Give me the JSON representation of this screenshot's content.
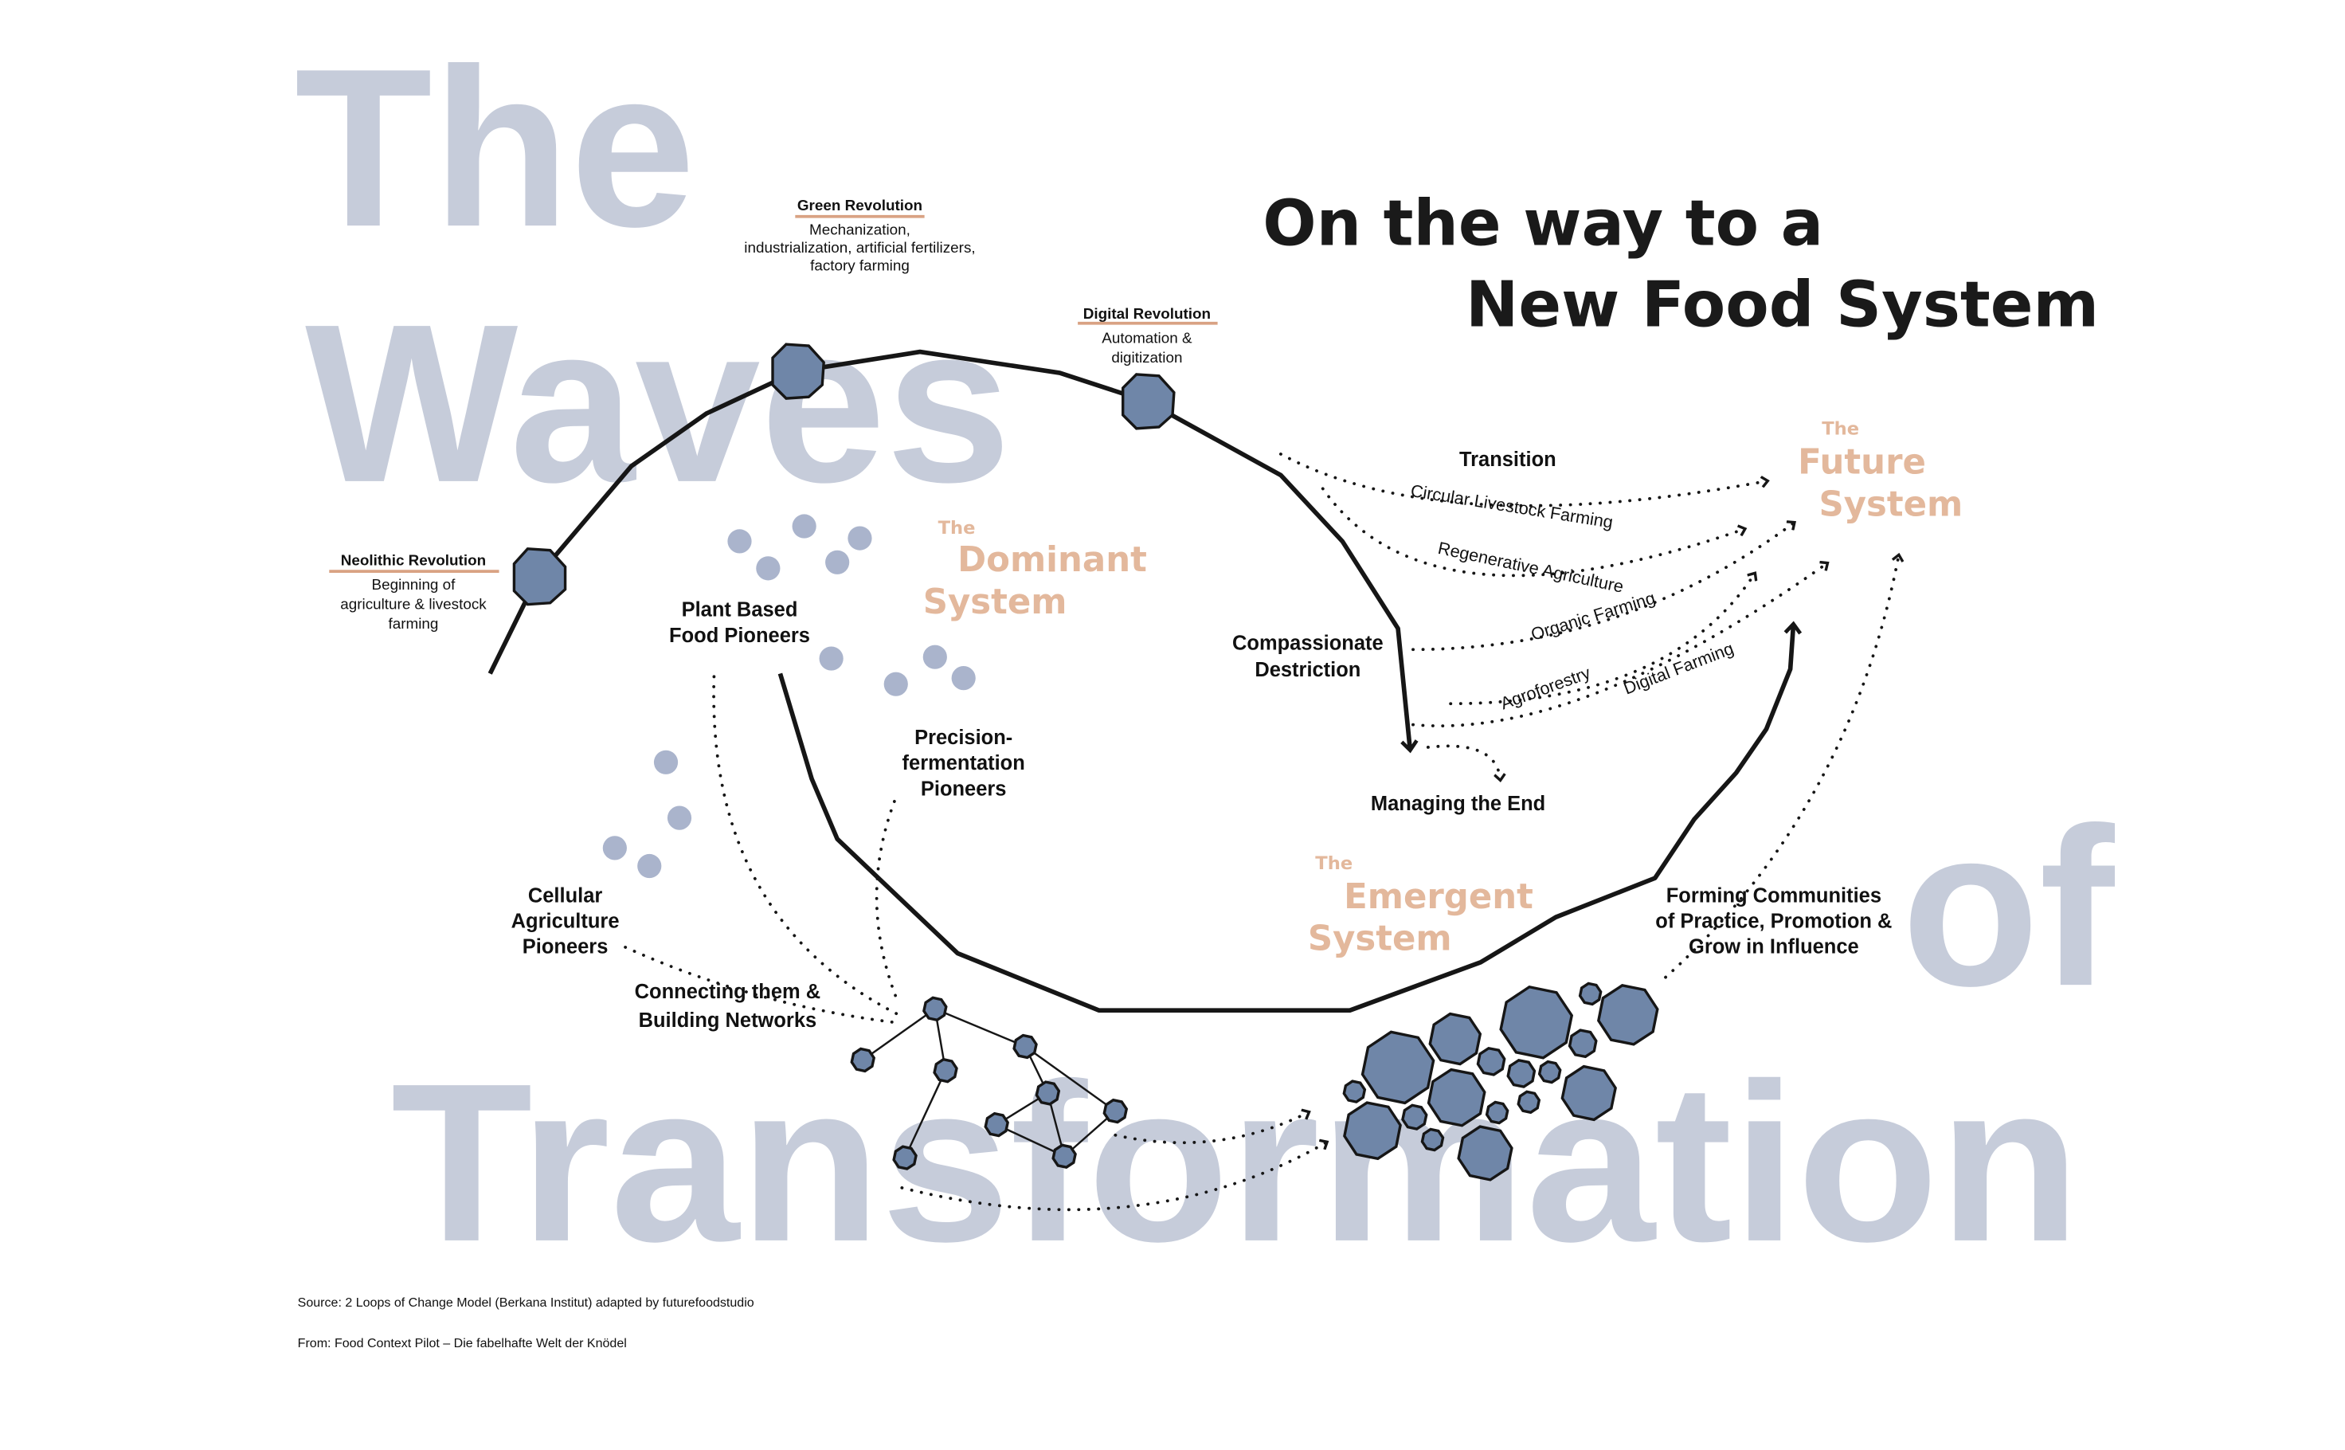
{
  "background_title": {
    "line1": "The",
    "line2": "Waves",
    "line3": "of",
    "line4": "Transformation"
  },
  "title": {
    "line1": "On the way to a",
    "line2": "New Food System"
  },
  "milestones": [
    {
      "name": "Neolithic Revolution",
      "desc": [
        "Beginning of",
        "agriculture & livestock",
        "farming"
      ]
    },
    {
      "name": "Green Revolution",
      "desc": [
        "Mechanization,",
        "industrialization, artificial fertilizers,",
        "factory farming"
      ]
    },
    {
      "name": "Digital Revolution",
      "desc": [
        "Automation &",
        "digitization"
      ]
    }
  ],
  "systems": {
    "dominant": {
      "the": "The",
      "l1": "Dominant",
      "l2": "System"
    },
    "emergent": {
      "the": "The",
      "l1": "Emergent",
      "l2": "System"
    },
    "future": {
      "the": "The",
      "l1": "Future",
      "l2": "System"
    }
  },
  "labels": {
    "plant_based": [
      "Plant Based",
      "Food Pioneers"
    ],
    "precision": [
      "Precision-",
      "fermentation",
      "Pioneers"
    ],
    "cellular": [
      "Cellular",
      "Agriculture",
      "Pioneers"
    ],
    "networks": [
      "Connecting them &",
      "Building Networks"
    ],
    "communities": [
      "Forming Communities",
      "of Practice, Promotion &",
      "Grow in Influence"
    ],
    "compassionate": [
      "Compassionate",
      "Destriction"
    ],
    "managing_end": "Managing the End",
    "transition": "Transition"
  },
  "transition_paths": [
    "Circular Livestock Farming",
    "Regenerative Agriculture",
    "Organic Farming",
    "Digital Farming",
    "Agroforestry"
  ],
  "footer": {
    "source": "Source: 2 Loops of Change Model (Berkana Institut) adapted by futurefoodstudio",
    "from": "From: Food Context Pilot – Die fabelhafte Welt der Knödel"
  },
  "colors": {
    "background_text": "#c6ccda",
    "accent": "#e3b89c",
    "node": "#6f86a8",
    "node_light": "#aab4cc",
    "line": "#161616"
  }
}
